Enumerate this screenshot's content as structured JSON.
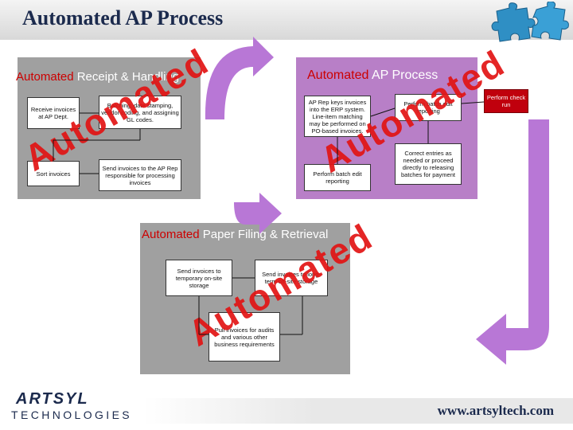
{
  "slide": {
    "title": "Automated AP Process"
  },
  "receipt": {
    "title_accent": "Automated",
    "title_rest": "Receipt & Handling",
    "stamp": "Automated",
    "boxes": {
      "receive": "Receive invoices at AP Dept.",
      "batching": "Batching, date stamping, vendor coding, and assigning GL codes.",
      "sort": "Sort invoices",
      "send": "Send invoices to the AP Rep responsible for processing invoices"
    }
  },
  "process": {
    "title_accent": "Automated",
    "title_rest": "AP Process",
    "stamp": "Automated",
    "boxes": {
      "keys": "AP Rep keys invoices into the ERP system. Line-item matching may be performed on PO-based invoices.",
      "batch_top": "Perform batch edit reporting",
      "batch_bottom": "Perform batch edit reporting",
      "correct": "Correct entries as needed or proceed directly to releasing batches for payment",
      "check": "Perform check run"
    }
  },
  "filing": {
    "title_accent": "Automated",
    "title_rest": "Paper Filing & Retrieval",
    "stamp": "Automated",
    "boxes": {
      "temp": "Send invoices to temporary on-site storage",
      "long": "Send invoices to long-term off-site storage",
      "pull": "Pull invoices for audits and various other business requirements"
    }
  },
  "footer": {
    "brand_top": "ARTSYL",
    "brand_bottom": "TECHNOLOGIES",
    "website": "www.artsyltech.com"
  },
  "colors": {
    "title": "#1b2a4d",
    "panel_gray": "#a0a0a0",
    "panel_purple": "#b87fc7",
    "accent_red": "#cc0000",
    "stamp_red": "#e21414",
    "arrow_purple": "#b877d6",
    "puzzle_blue": "#2f8fc4"
  },
  "icons": [
    "puzzle-piece-icon",
    "u-turn-arrow-icon",
    "downward-arrow-icon"
  ]
}
